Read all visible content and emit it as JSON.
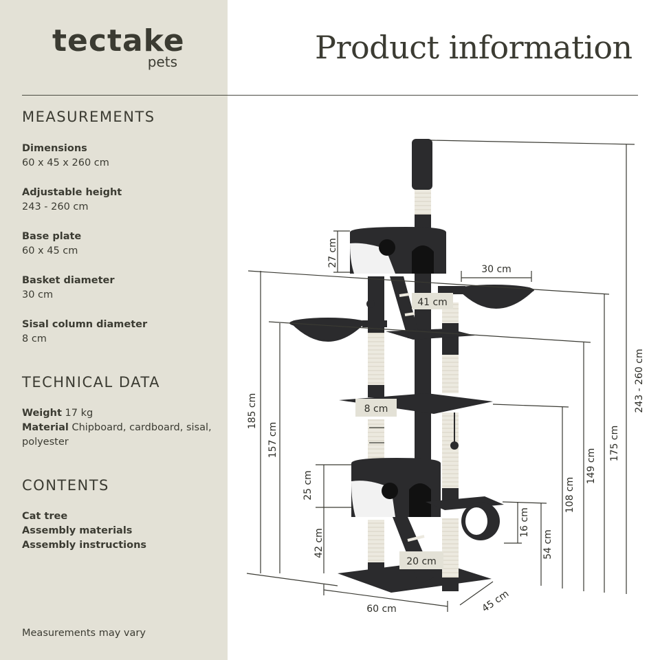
{
  "brand": {
    "name": "tectake",
    "sub": "pets"
  },
  "page_title": "Product information",
  "measurements": {
    "heading": "MEASUREMENTS",
    "items": [
      {
        "label": "Dimensions",
        "value": "60 x 45 x 260 cm"
      },
      {
        "label": "Adjustable height",
        "value": "243 - 260 cm"
      },
      {
        "label": "Base plate",
        "value": "60 x 45 cm"
      },
      {
        "label": "Basket diameter",
        "value": "30 cm"
      },
      {
        "label": "Sisal column diameter",
        "value": "8 cm"
      }
    ]
  },
  "technical": {
    "heading": "TECHNICAL DATA",
    "weight_label": "Weight",
    "weight_value": "17 kg",
    "material_label": "Material",
    "material_value": "Chipboard, cardboard, sisal, polyester"
  },
  "contents": {
    "heading": "CONTENTS",
    "items": [
      "Cat tree",
      "Assembly materials",
      "Assembly instructions"
    ]
  },
  "footnote": "Measurements may vary",
  "dimensions": {
    "total_height": "243 - 260 cm",
    "height_175": "175 cm",
    "height_149": "149 cm",
    "height_108": "108 cm",
    "height_54": "54 cm",
    "height_16": "16 cm",
    "height_185": "185 cm",
    "height_157": "157 cm",
    "height_27": "27 cm",
    "height_25": "25 cm",
    "height_42": "42 cm",
    "basket": "30 cm",
    "gap_41": "41 cm",
    "column": "8 cm",
    "ramp": "20 cm",
    "width": "60 cm",
    "depth": "45 cm"
  },
  "colors": {
    "sidebar_bg": "#e3e1d6",
    "text": "#3b3b32",
    "plush": "#2b2b2d",
    "sisal": "#ece9df"
  }
}
